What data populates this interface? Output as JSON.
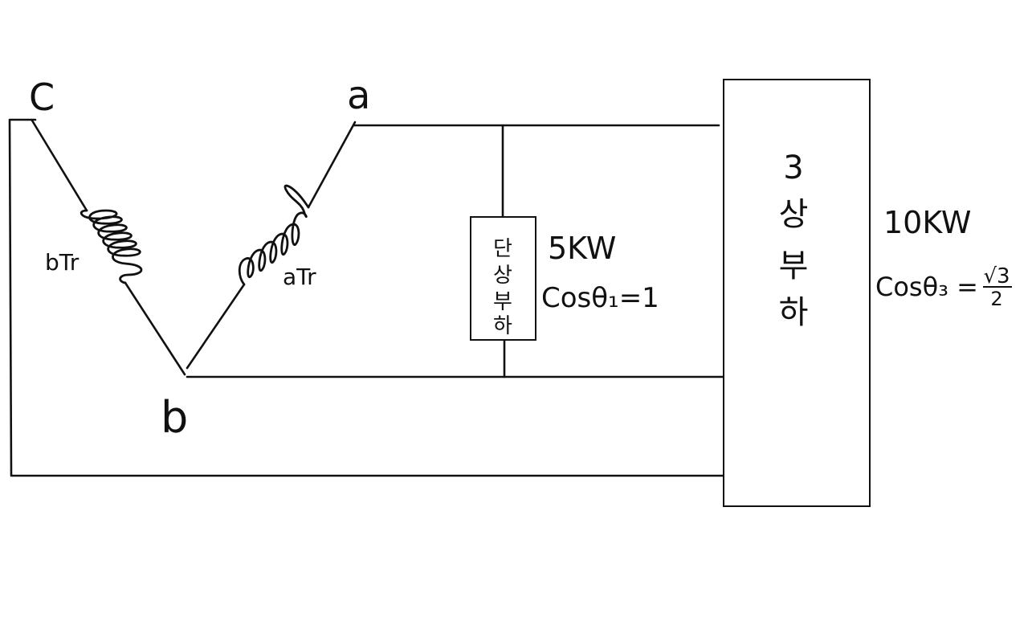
{
  "nodes": {
    "a": "a",
    "b": "b",
    "c": "C"
  },
  "transformers": {
    "a": "aTr",
    "b": "bTr"
  },
  "single_phase_load": {
    "label_chars": [
      "단",
      "상",
      "부",
      "하"
    ],
    "power": "5KW",
    "power_factor": "Cosθ₁=1"
  },
  "three_phase_load": {
    "label_chars": [
      "3",
      "상",
      "부",
      "하"
    ],
    "power": "10KW",
    "power_factor_prefix": "Cosθ₃ =",
    "pf_numerator": "√3",
    "pf_denominator": "2"
  }
}
